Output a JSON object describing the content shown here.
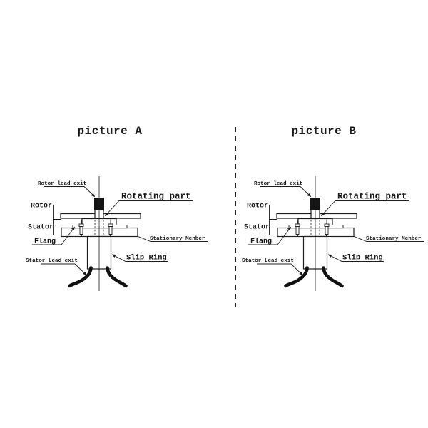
{
  "colors": {
    "background": "#ffffff",
    "ink": "#1c1c1c"
  },
  "pictures": [
    {
      "title": "picture A",
      "labels": {
        "rotor_lead_exit": "Rotor lead exit",
        "rotating_part": "Rotating part",
        "rotor": "Rotor",
        "stator": "Stator",
        "flang": "Flang",
        "stationary_member": "Stationary Menber",
        "slip_ring": "Slip Ring",
        "stator_lead_exit": "Stator Lead exit"
      }
    },
    {
      "title": "picture B",
      "labels": {
        "rotor_lead_exit": "Rotor lead exit",
        "rotating_part": "Rotating part",
        "rotor": "Rotor",
        "stator": "Stator",
        "flang": "Flang",
        "stationary_member": "Stationary Menber",
        "slip_ring": "Slip Ring",
        "stator_lead_exit": "Stator Lead exit"
      }
    }
  ]
}
